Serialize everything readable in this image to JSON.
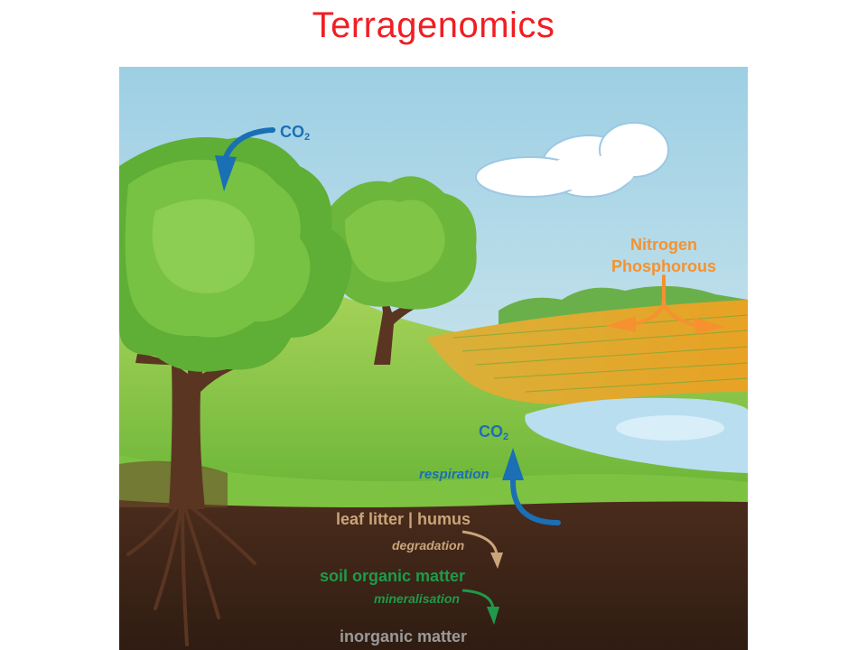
{
  "title": "Terragenomics",
  "labels": {
    "co2_top": "CO",
    "co2_top_sub": "2",
    "co2_mid": "CO",
    "co2_mid_sub": "2",
    "nitrogen": "Nitrogen",
    "phosphorous": "Phosphorous",
    "respiration": "respiration",
    "leaf_litter": "leaf litter | humus",
    "degradation": "degradation",
    "soil_organic": "soil organic matter",
    "mineralisation": "mineralisation",
    "inorganic": "inorganic matter"
  },
  "colors": {
    "title": "#f01e23",
    "co2_blue": "#1a6fb5",
    "nutrient_orange": "#f5922f",
    "litter_tan": "#c9a57a",
    "soil_green": "#1f9a4a",
    "inorganic_gray": "#9a9a9a",
    "sky": "#b7dcec",
    "soil": "#3b2418"
  }
}
